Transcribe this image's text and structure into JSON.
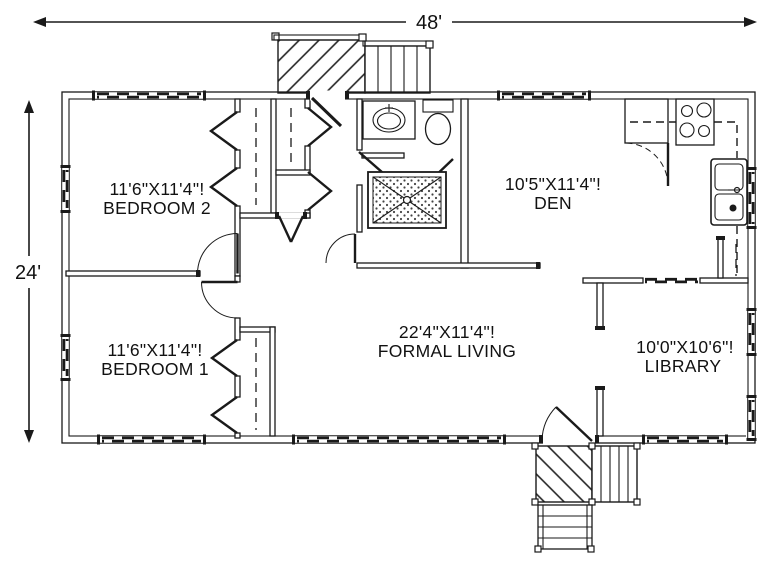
{
  "dimensions": {
    "overall_width": "48'",
    "overall_depth": "24'"
  },
  "rooms": {
    "bedroom2": {
      "size": "11'6\"X11'4\"!",
      "name": "BEDROOM 2"
    },
    "bedroom1": {
      "size": "11'6\"X11'4\"!",
      "name": "BEDROOM 1"
    },
    "den": {
      "size": "10'5\"X11'4\"!",
      "name": "DEN"
    },
    "formal_living": {
      "size": "22'4\"X11'4\"!",
      "name": "FORMAL LIVING"
    },
    "library": {
      "size": "10'0\"X10'6\"!",
      "name": "LIBRARY"
    }
  },
  "colors": {
    "line": "#1a1a1a",
    "background": "#ffffff"
  }
}
